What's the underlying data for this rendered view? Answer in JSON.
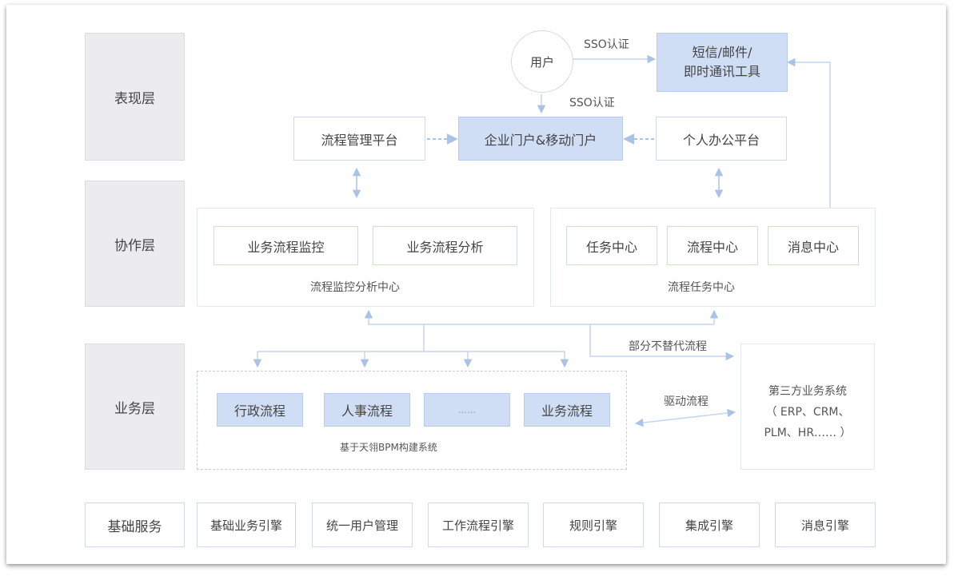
{
  "layers": {
    "presentation": "表现层",
    "collaboration": "协作层",
    "business": "业务层",
    "foundation": "基础服务"
  },
  "presentation": {
    "user": "用户",
    "sso_top": "SSO认证",
    "sso_mid": "SSO认证",
    "messaging_line1": "短信/邮件/",
    "messaging_line2": "即时通讯工具",
    "process_platform": "流程管理平台",
    "portal": "企业门户&移动门户",
    "personal_office": "个人办公平台"
  },
  "collaboration": {
    "monitor_center": {
      "caption": "流程监控分析中心",
      "items": [
        "业务流程监控",
        "业务流程分析"
      ]
    },
    "task_center": {
      "caption": "流程任务中心",
      "items": [
        "任务中心",
        "流程中心",
        "消息中心"
      ]
    }
  },
  "business": {
    "replace_label": "部分不替代流程",
    "drive_label": "驱动流程",
    "processes": [
      "行政流程",
      "人事流程",
      "……",
      "业务流程"
    ],
    "bpm_caption": "基于天翎BPM构建系统",
    "third_party": {
      "line1": "第三方业务系统",
      "line2": "（ ERP、CRM、",
      "line3": "PLM、HR…… ）"
    }
  },
  "foundation": {
    "items": [
      "基础业务引擎",
      "统一用户管理",
      "工作流程引擎",
      "规则引擎",
      "集成引擎",
      "消息引擎"
    ]
  },
  "colors": {
    "highlight": "#cfdef4",
    "layer_bg": "#ececef",
    "arrow": "#a9c2e6"
  }
}
